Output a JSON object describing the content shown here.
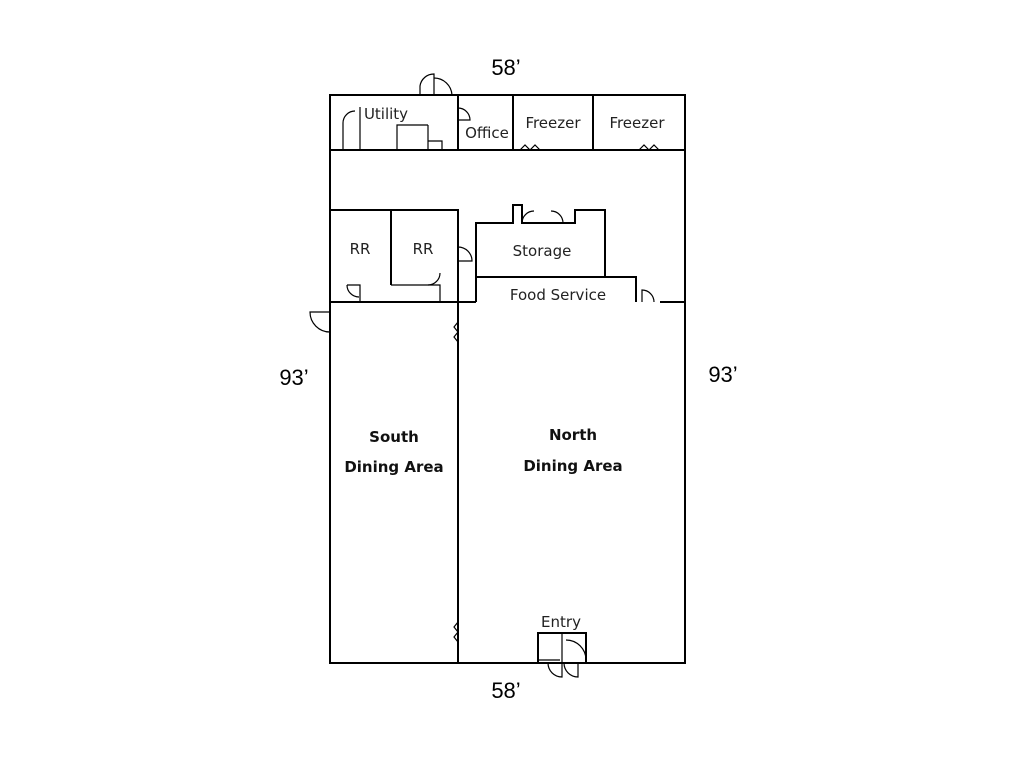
{
  "dimensions": {
    "top": "58’",
    "bottom": "58’",
    "left": "93’",
    "right": "93’"
  },
  "rooms": {
    "utility": "Utility",
    "office": "Office",
    "freezer_1": "Freezer",
    "freezer_2": "Freezer",
    "restroom_1": "RR",
    "restroom_2": "RR",
    "storage": "Storage",
    "food_service": "Food Service",
    "entry": "Entry"
  },
  "areas": {
    "south": {
      "line1": "South",
      "line2": "Dining Area"
    },
    "north": {
      "line1": "North",
      "line2": "Dining Area"
    }
  }
}
